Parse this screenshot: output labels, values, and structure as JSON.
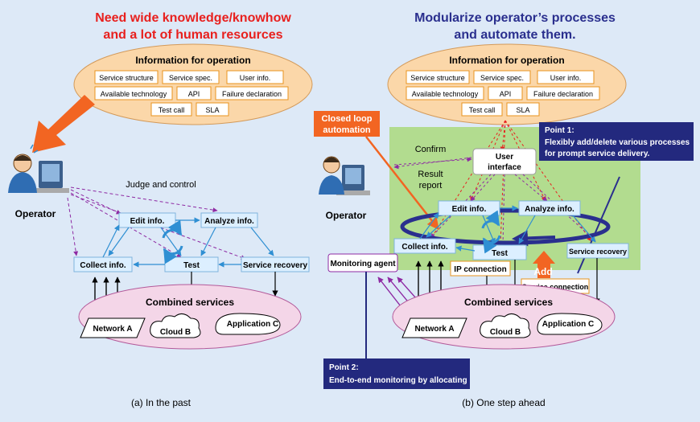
{
  "left": {
    "heading_line1": "Need wide knowledge/knowhow",
    "heading_line2": "and a lot of human resources",
    "info_title": "Information for operation",
    "info_items": [
      "Service structure",
      "Service spec.",
      "User info.",
      "Available technology",
      "API",
      "Failure declaration",
      "Test call",
      "SLA"
    ],
    "judge_label": "Judge and control",
    "operator_label": "Operator",
    "nodes": {
      "edit": "Edit info.",
      "analyze": "Analyze info.",
      "collect": "Collect info.",
      "test": "Test",
      "recovery": "Service recovery"
    },
    "combined_label": "Combined services",
    "services": {
      "network": "Network A",
      "cloud": "Cloud B",
      "app": "Application C"
    },
    "caption": "(a) In the past"
  },
  "right": {
    "heading_line1": "Modularize operator’s processes",
    "heading_line2": "and automate them.",
    "info_title": "Information for operation",
    "info_items": [
      "Service structure",
      "Service spec.",
      "User info.",
      "Available technology",
      "API",
      "Failure declaration",
      "Test call",
      "SLA"
    ],
    "closed_loop_line1": "Closed loop",
    "closed_loop_line2": "automation",
    "confirm_label": "Confirm",
    "result_line1": "Result",
    "result_line2": "report",
    "ui_line1": "User",
    "ui_line2": "interface",
    "point1_title": "Point 1:",
    "point1_line1": "Flexibly add/delete various processes",
    "point1_line2": "for prompt service delivery.",
    "operator_label": "Operator",
    "nodes": {
      "edit": "Edit info.",
      "analyze": "Analyze info.",
      "collect": "Collect info.",
      "test": "Test",
      "recovery": "Service recovery",
      "ip": "IP connection",
      "service_conn": "Service connection",
      "monitoring": "Monitoring agent"
    },
    "add_label": "Add",
    "combined_label": "Combined services",
    "services": {
      "network": "Network A",
      "cloud": "Cloud B",
      "app": "Application C"
    },
    "point2_title": "Point 2:",
    "point2_line1": "End-to-end monitoring by allocating",
    "caption": "(b) One step ahead"
  },
  "colors": {
    "red_heading": "#e8201e",
    "blue_heading": "#2a2f8e",
    "point_box": "#23297e",
    "green_area": "#b2dc8f",
    "info_oval": "#fbd7a9",
    "services_oval": "#f4d6e8",
    "node_fill": "#dcefff",
    "arrow_orange": "#f26522"
  }
}
